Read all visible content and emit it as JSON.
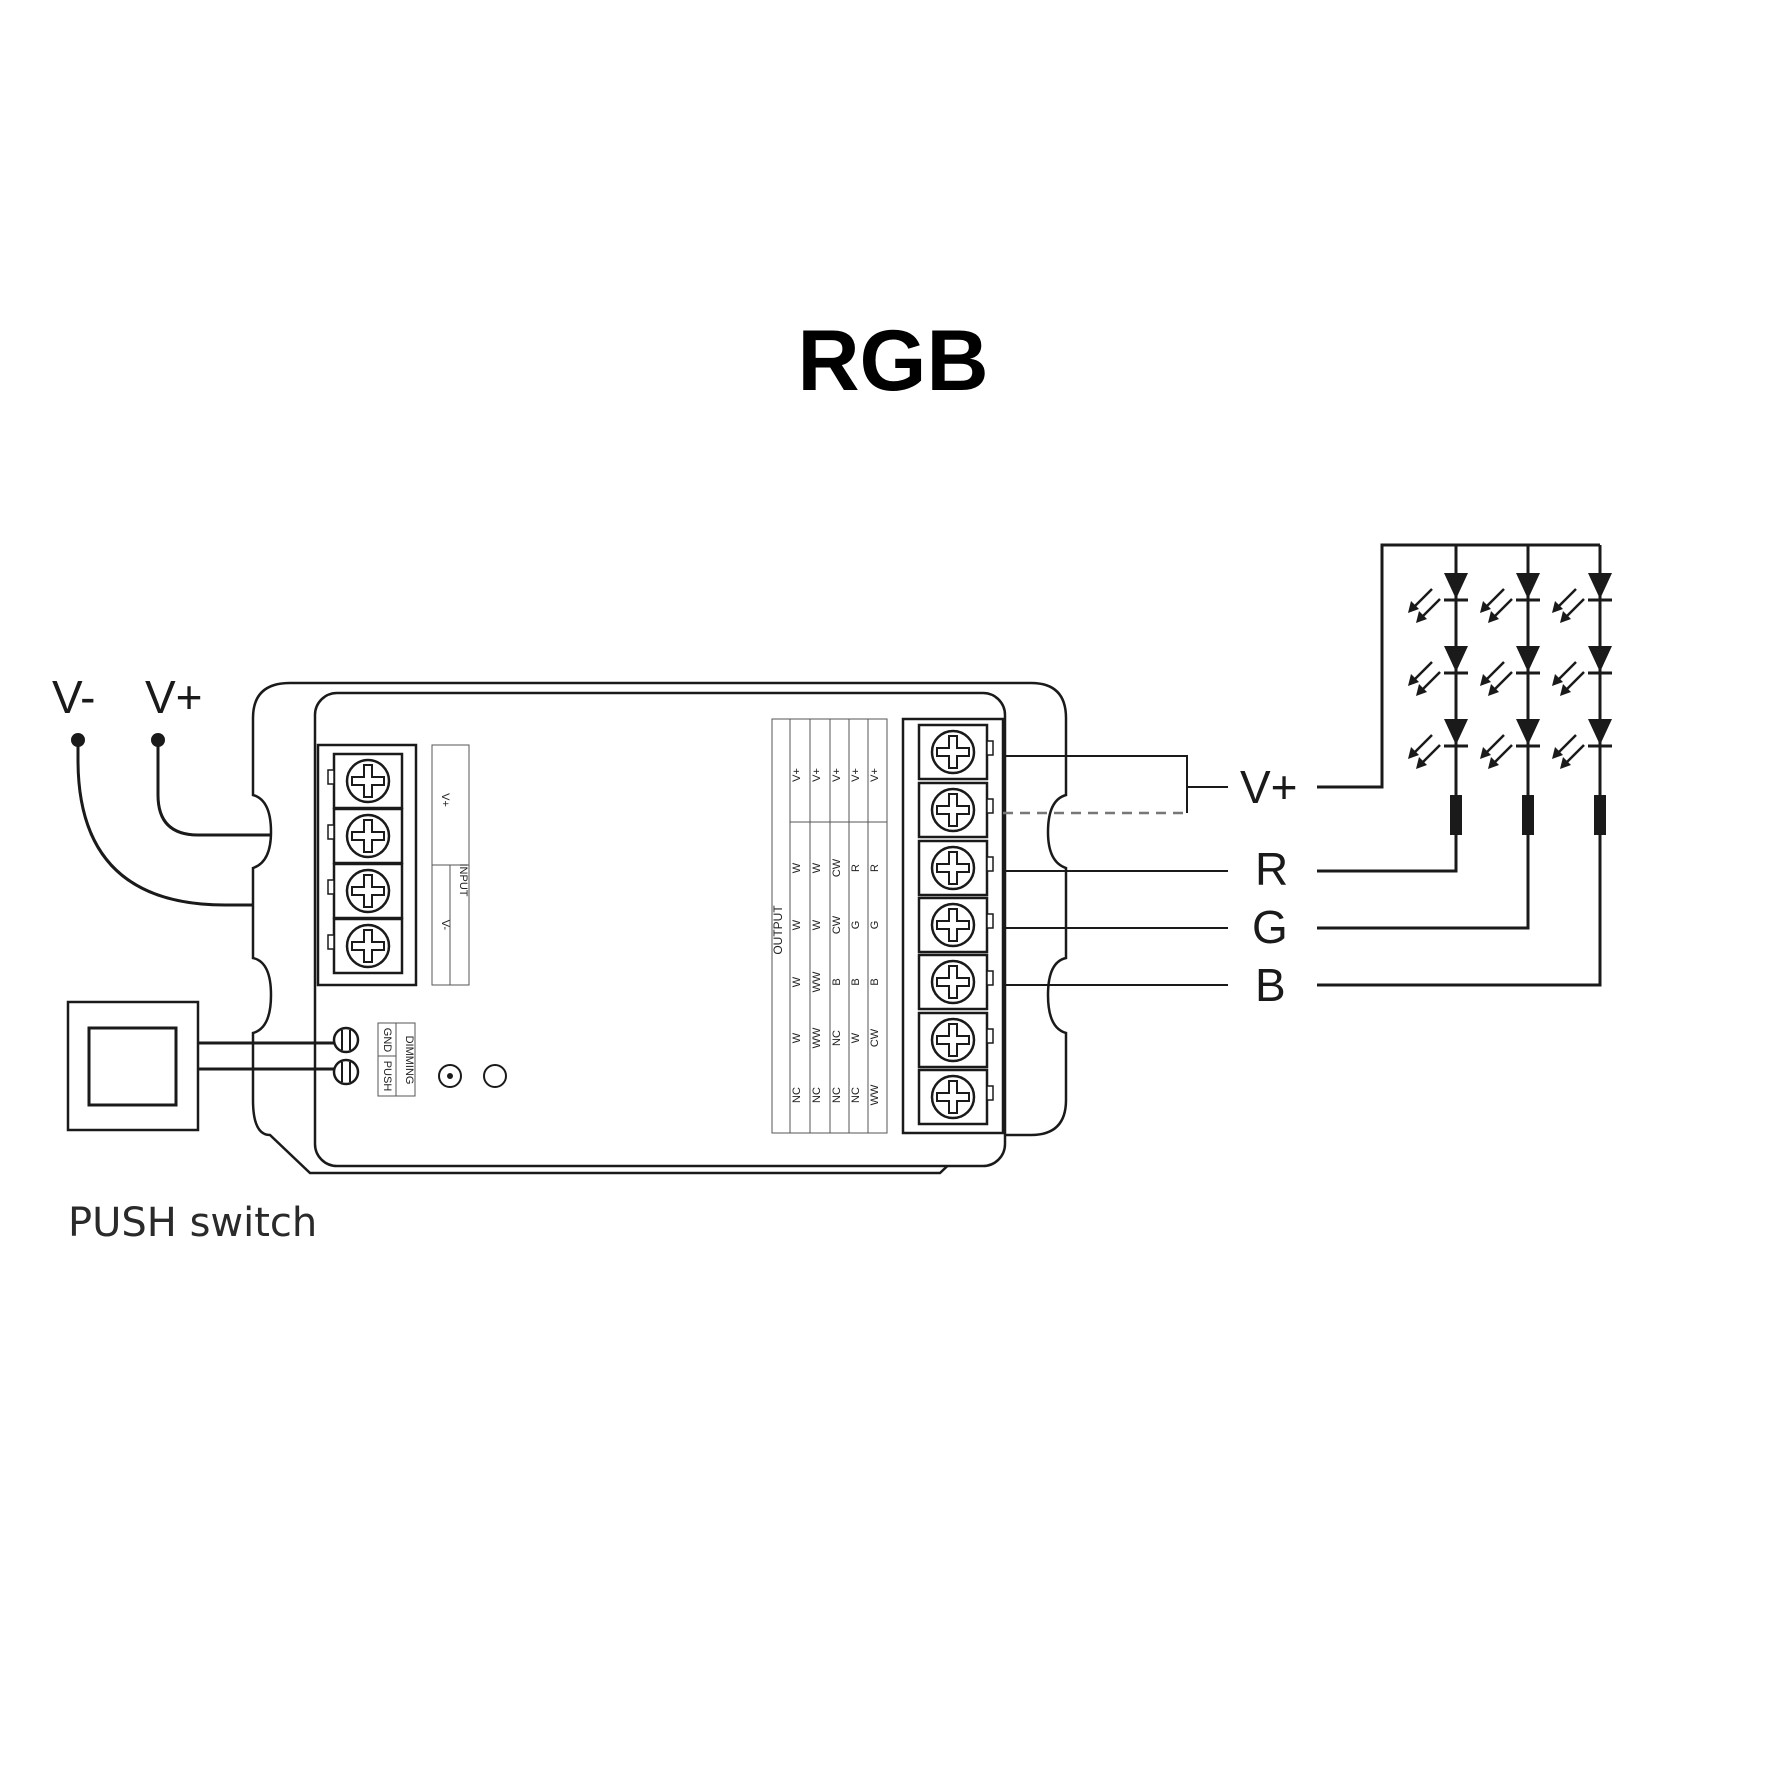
{
  "title": "RGB",
  "input_wires": {
    "v_minus": "V-",
    "v_plus": "V+"
  },
  "push_switch_label": "PUSH switch",
  "device": {
    "input_block": {
      "v_plus": "V+",
      "header": "INPUT",
      "v_minus": "V-"
    },
    "dimming_block": {
      "header": "DIMMING",
      "gnd": "GND",
      "push": "PUSH"
    },
    "output_table": {
      "header": "OUTPUT",
      "columns": [
        [
          "V+",
          "W",
          "W",
          "W",
          "W",
          "NC"
        ],
        [
          "V+",
          "W",
          "W",
          "WW",
          "WW",
          "NC"
        ],
        [
          "V+",
          "CW",
          "CW",
          "B",
          "NC",
          "NC"
        ],
        [
          "V+",
          "R",
          "G",
          "B",
          "W",
          "NC"
        ],
        [
          "V+",
          "R",
          "G",
          "B",
          "CW",
          "WW"
        ]
      ]
    }
  },
  "output_wires": {
    "v_plus": "V+",
    "r": "R",
    "g": "G",
    "b": "B"
  },
  "led_strip": {
    "columns": 3,
    "leds_per_column": 3
  }
}
